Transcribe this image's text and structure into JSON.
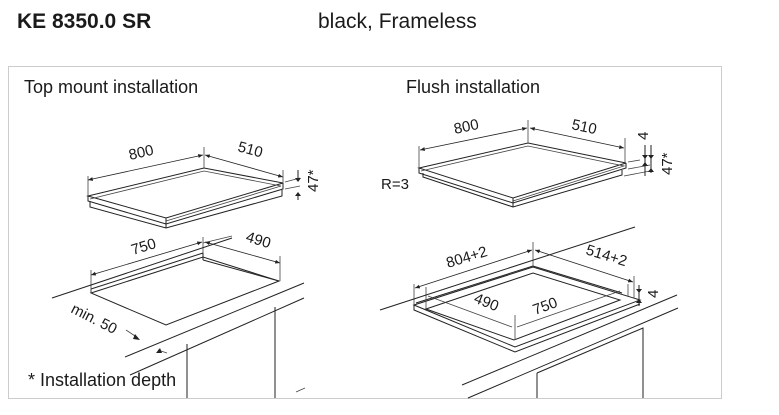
{
  "header": {
    "model": "KE 8350.0 SR",
    "variant": "black, Frameless"
  },
  "top_mount": {
    "title": "Top mount installation",
    "hob_width": "800",
    "hob_depth": "510",
    "install_depth": "47*",
    "cutout_width": "750",
    "cutout_depth": "490",
    "min_edge": "min. 50",
    "footnote": "* Installation depth"
  },
  "flush": {
    "title": "Flush installation",
    "hob_width": "800",
    "hob_depth": "510",
    "glass_thickness": "4",
    "install_depth": "47*",
    "radius": "R=3",
    "cutout_outer_width": "804+2",
    "cutout_outer_depth": "514+2",
    "rebate_depth": "4",
    "cutout_inner_depth": "490",
    "cutout_inner_width": "750"
  }
}
